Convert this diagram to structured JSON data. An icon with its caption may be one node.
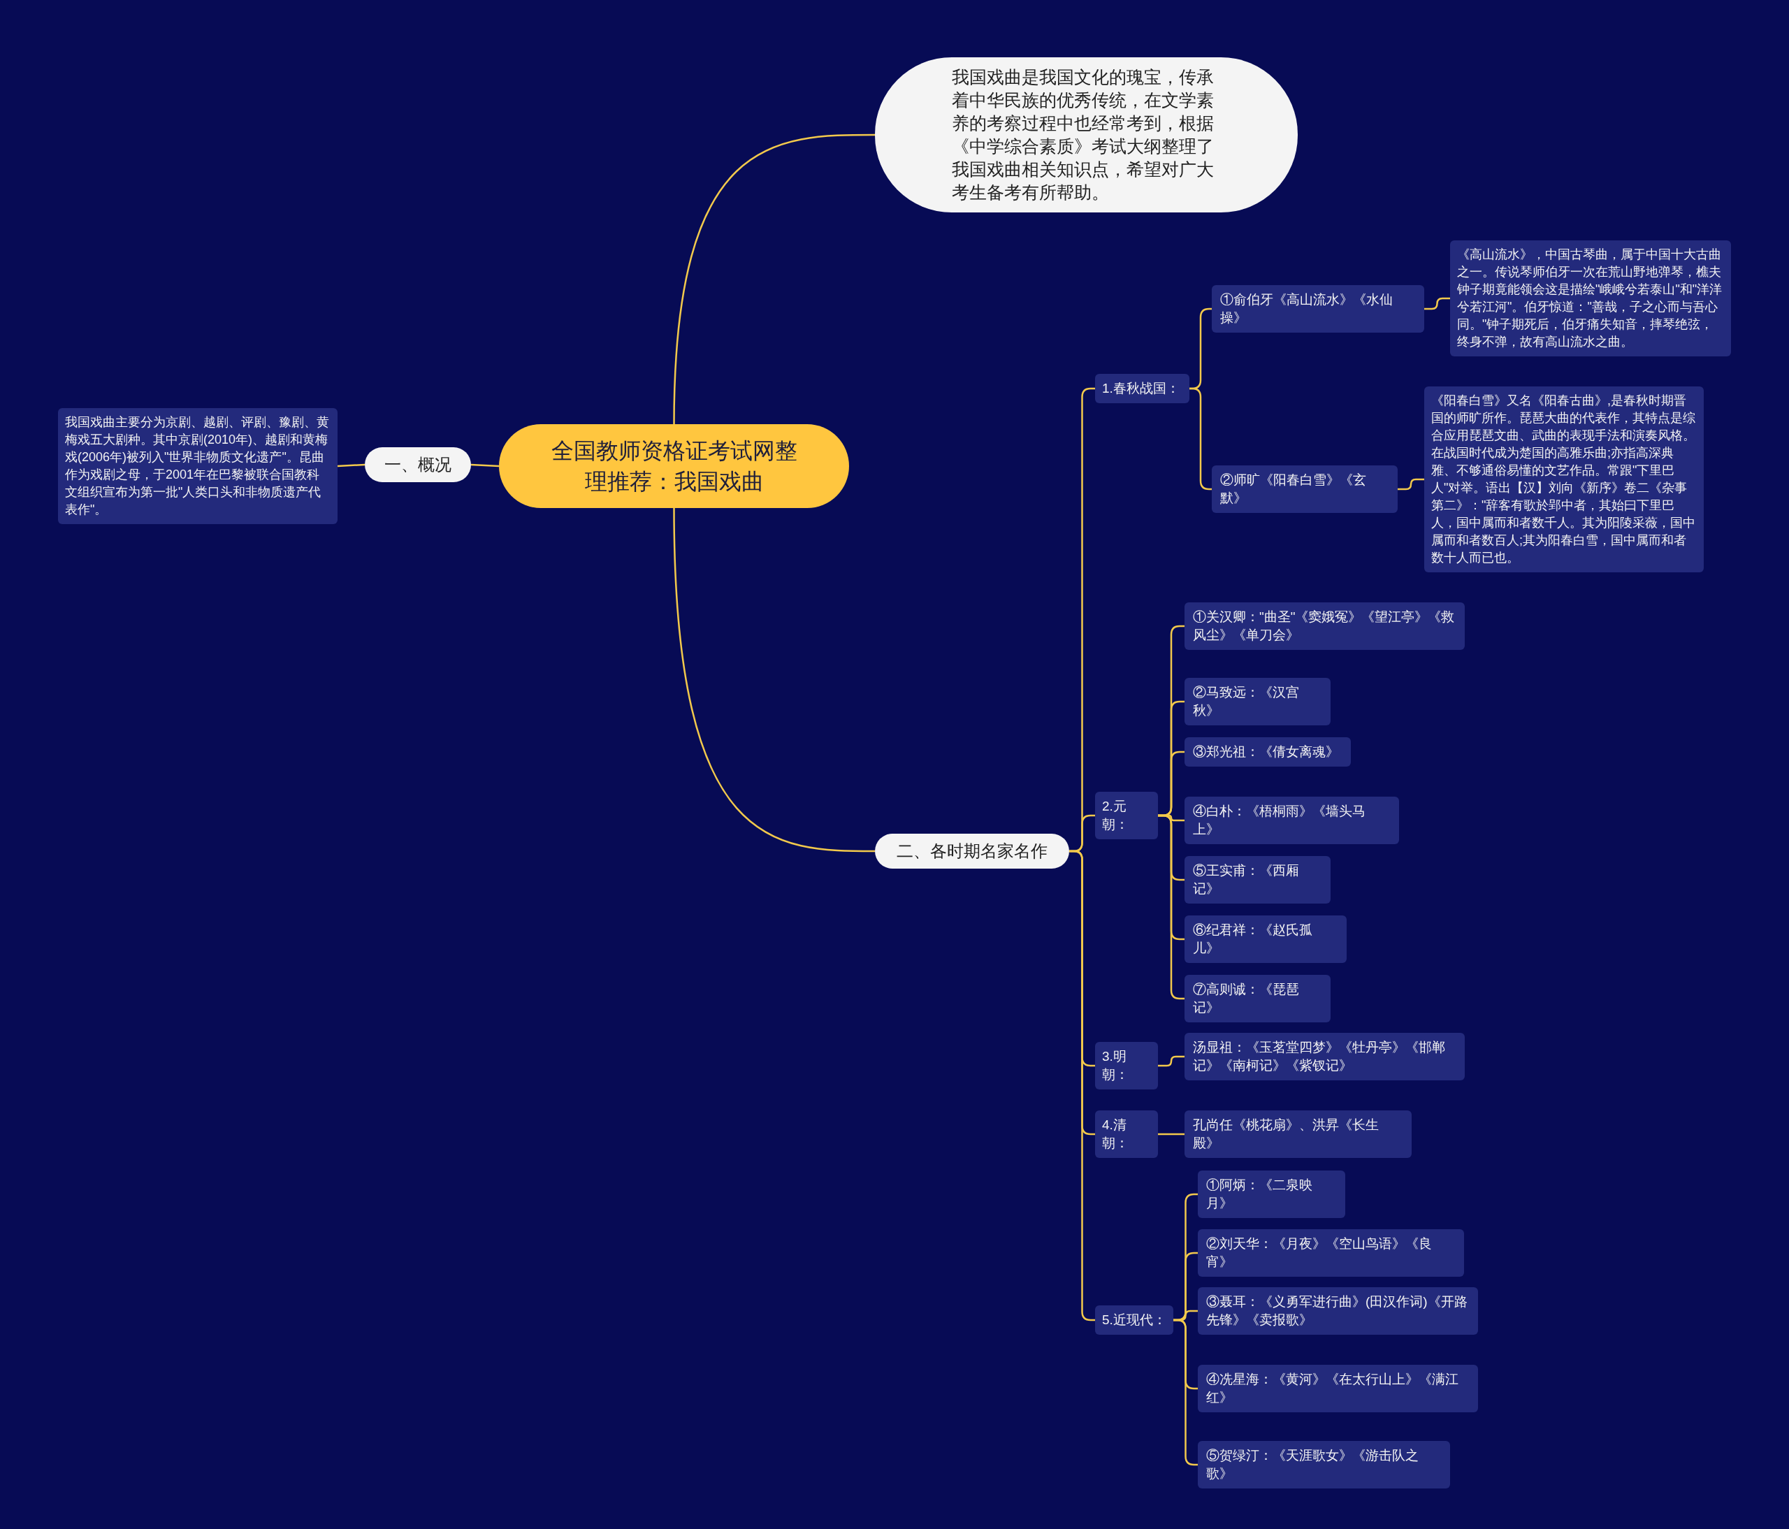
{
  "diagram": {
    "nodes": [
      {
        "text": [
          "全国教师资格证考试网整理推荐：我国戏曲"
        ]
      },
      {
        "text": [
          "我国戏曲是我国文化的瑰宝，传承着中华民族的优秀传统，在文学素养的考察过程中也经常考到，根据《中学综合素质》考试大纲整理了我国戏曲相关知识点，希望对广大考生备考有所帮助。"
        ]
      },
      {
        "text": [
          "一、概况"
        ]
      },
      {
        "text": [
          "我国戏曲主要分为京剧、越剧、评剧、豫剧、黄梅戏五大剧种。其中京剧(2010年)、越剧和黄梅戏(2006年)被列入\"世界非物质文化遗产\"。昆曲作为戏剧之母，于2001年在巴黎被联合国教科文组织宣布为第一批\"人类口头和非物质遗产代表作\"。"
        ]
      },
      {
        "text": [
          "二、各时期名家名作"
        ]
      },
      {
        "text": [
          "1.春秋战国："
        ]
      },
      {
        "text": [
          "①俞伯牙《高山流水》《水仙操》"
        ]
      },
      {
        "text": [
          "《高山流水》，中国古琴曲，属于中国十大古曲之一。传说琴师伯牙一次在荒山野地弹琴，樵夫钟子期竟能领会这是描绘\"峨峨兮若泰山\"和\"洋洋兮若江河\"。伯牙惊道：\"善哉，子之心而与吾心同。\"钟子期死后，伯牙痛失知音，摔琴绝弦，终身不弹，故有高山流水之曲。"
        ]
      },
      {
        "text": [
          "②师旷《阳春白雪》《玄默》"
        ]
      },
      {
        "text": [
          "《阳春白雪》又名《阳春古曲》,是春秋时期晋国的师旷所作。琵琶大曲的代表作，其特点是综合应用琵琶文曲、武曲的表现手法和演奏风格。在战国时代成为楚国的高雅乐曲;亦指高深典雅、不够通俗易懂的文艺作品。常跟\"下里巴人\"对举。语出【汉】刘向《新序》卷二《杂事第二》：\"辞客有歌於郢中者，其始曰下里巴人，国中属而和者数千人。其为阳陵采薇，国中属而和者数百人;其为阳春白雪，国中属而和者数十人而已也。"
        ]
      },
      {
        "text": [
          "2.元朝："
        ]
      },
      {
        "text": [
          "①关汉卿：\"曲圣\"《窦娥冤》《望江亭》《救风尘》《单刀会》"
        ]
      },
      {
        "text": [
          "②马致远：《汉宫秋》"
        ]
      },
      {
        "text": [
          "③郑光祖：《倩女离魂》"
        ]
      },
      {
        "text": [
          "④白朴：《梧桐雨》《墙头马上》"
        ]
      },
      {
        "text": [
          "⑤王实甫：《西厢记》"
        ]
      },
      {
        "text": [
          "⑥纪君祥：《赵氏孤儿》"
        ]
      },
      {
        "text": [
          "⑦高则诚：《琵琶记》"
        ]
      },
      {
        "text": [
          "3.明朝："
        ]
      },
      {
        "text": [
          "汤显祖：《玉茗堂四梦》《牡丹亭》《邯郸记》《南柯记》《紫钗记》"
        ]
      },
      {
        "text": [
          "4.清朝："
        ]
      },
      {
        "text": [
          "孔尚任《桃花扇》、洪昇《长生殿》"
        ]
      },
      {
        "text": [
          "5.近现代："
        ]
      },
      {
        "text": [
          "①阿炳：《二泉映月》"
        ]
      },
      {
        "text": [
          "②刘天华：《月夜》《空山鸟语》《良宵》"
        ]
      },
      {
        "text": [
          "③聂耳：《义勇军进行曲》(田汉作词)《开路先锋》《卖报歌》"
        ]
      },
      {
        "text": [
          "④冼星海：《黄河》《在太行山上》《满江红》"
        ]
      },
      {
        "text": [
          "⑤贺绿汀：《天涯歌女》《游击队之歌》"
        ]
      }
    ],
    "edges": [
      {
        "from": 0,
        "to": 1,
        "arrow": "none"
      },
      {
        "from": 0,
        "to": 2,
        "arrow": "none"
      },
      {
        "from": 2,
        "to": 3,
        "arrow": "none"
      },
      {
        "from": 0,
        "to": 4,
        "arrow": "none"
      },
      {
        "from": 4,
        "to": 5,
        "arrow": "none"
      },
      {
        "from": 5,
        "to": 6,
        "arrow": "none"
      },
      {
        "from": 6,
        "to": 7,
        "arrow": "none"
      },
      {
        "from": 5,
        "to": 8,
        "arrow": "none"
      },
      {
        "from": 8,
        "to": 9,
        "arrow": "none"
      },
      {
        "from": 4,
        "to": 10,
        "arrow": "none"
      },
      {
        "from": 10,
        "to": 11,
        "arrow": "none"
      },
      {
        "from": 10,
        "to": 12,
        "arrow": "none"
      },
      {
        "from": 10,
        "to": 13,
        "arrow": "none"
      },
      {
        "from": 10,
        "to": 14,
        "arrow": "none"
      },
      {
        "from": 10,
        "to": 15,
        "arrow": "none"
      },
      {
        "from": 10,
        "to": 16,
        "arrow": "none"
      },
      {
        "from": 10,
        "to": 17,
        "arrow": "none"
      },
      {
        "from": 4,
        "to": 18,
        "arrow": "none"
      },
      {
        "from": 18,
        "to": 19,
        "arrow": "none"
      },
      {
        "from": 4,
        "to": 20,
        "arrow": "none"
      },
      {
        "from": 20,
        "to": 21,
        "arrow": "none"
      },
      {
        "from": 4,
        "to": 22,
        "arrow": "none"
      },
      {
        "from": 22,
        "to": 23,
        "arrow": "none"
      },
      {
        "from": 22,
        "to": 24,
        "arrow": "none"
      },
      {
        "from": 22,
        "to": 25,
        "arrow": "none"
      },
      {
        "from": 22,
        "to": 26,
        "arrow": "none"
      },
      {
        "from": 22,
        "to": 27,
        "arrow": "none"
      }
    ]
  }
}
